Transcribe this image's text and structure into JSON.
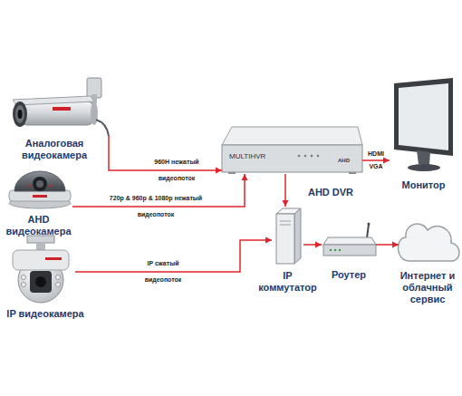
{
  "diagram": {
    "nodes": [
      {
        "text": [
          "Аналоговая видеокамера"
        ]
      },
      {
        "text": [
          "AHD видеокамера"
        ]
      },
      {
        "text": [
          "IP видеокамера"
        ]
      },
      {
        "text": [
          "MULTIHVR",
          "AHD",
          "AHD DVR"
        ]
      },
      {
        "text": [
          "Монитор"
        ]
      },
      {
        "text": [
          "IP коммутатор"
        ]
      },
      {
        "text": [
          "Роутер"
        ]
      },
      {
        "text": [
          "Интернет и облачный сервис"
        ]
      }
    ],
    "edges": [
      {
        "from": 0,
        "to": 3,
        "arrow": "to",
        "label": "960H нежатый видеопоток"
      },
      {
        "from": 1,
        "to": 3,
        "arrow": "to",
        "label": "720p & 960p & 1080p нежатый видеопоток"
      },
      {
        "from": 2,
        "to": 5,
        "arrow": "to",
        "label": "IP сжатый видеопоток"
      },
      {
        "from": 3,
        "to": 4,
        "arrow": "to",
        "label": "HDMI VGA"
      },
      {
        "from": 3,
        "to": 5,
        "arrow": "to"
      },
      {
        "from": 5,
        "to": 6,
        "arrow": "to"
      },
      {
        "from": 6,
        "to": 7,
        "arrow": "to"
      }
    ]
  }
}
